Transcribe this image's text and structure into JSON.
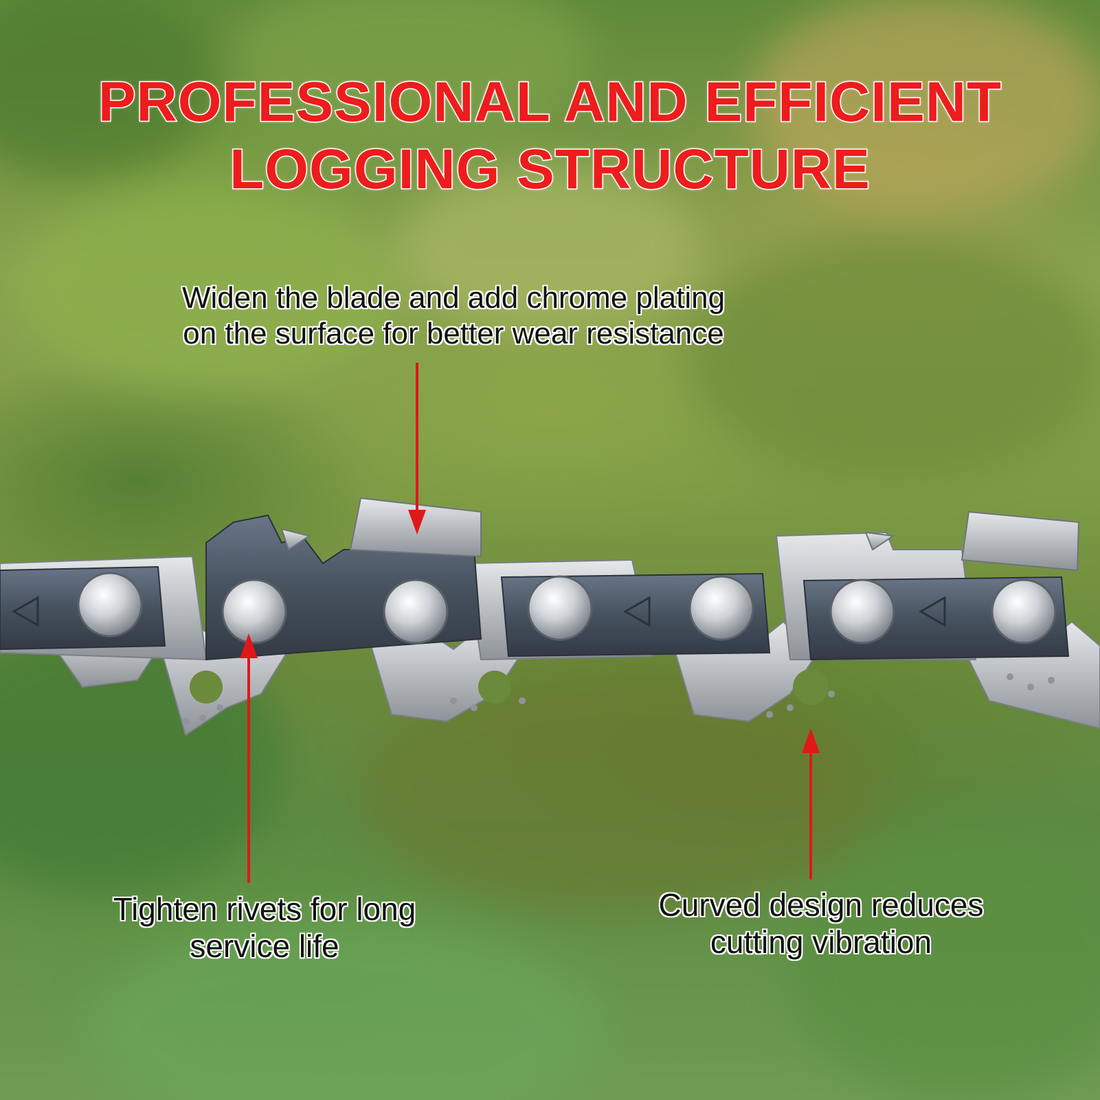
{
  "headline": {
    "line1": "PROFESSIONAL AND EFFICIENT",
    "line2": "LOGGING STRUCTURE"
  },
  "callouts": {
    "blade": {
      "line1": "Widen the blade and add chrome plating",
      "line2": "on the surface for better wear resistance"
    },
    "rivets": {
      "line1": "Tighten rivets for long",
      "line2": "service life"
    },
    "curve": {
      "line1": "Curved design reduces",
      "line2": "cutting vibration"
    }
  },
  "colors": {
    "headline": "#ee1c1c",
    "arrow": "#e01818",
    "chain_dark": "#4b5664",
    "chain_silver": "#c9ccd0"
  }
}
